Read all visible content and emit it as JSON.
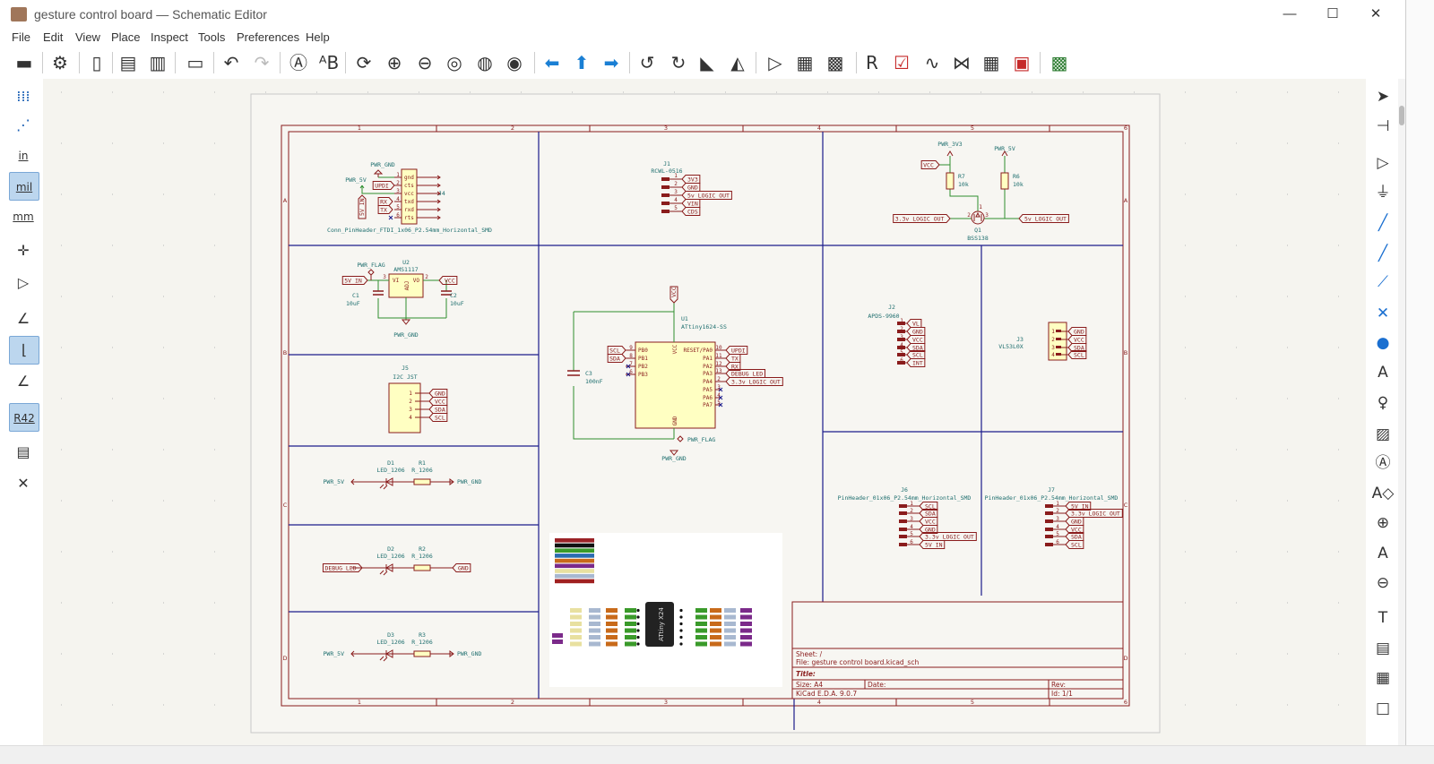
{
  "window": {
    "title": "gesture control board — Schematic Editor",
    "controls": [
      "minimize-icon",
      "maximize-icon",
      "close-icon"
    ]
  },
  "menu": [
    "File",
    "Edit",
    "View",
    "Place",
    "Inspect",
    "Tools",
    "Preferences",
    "Help"
  ],
  "toolbar_top": [
    "save",
    "schematic-setup",
    "page-settings",
    "print",
    "plot",
    "paste",
    "undo",
    "redo",
    "find",
    "find-replace",
    "update-from-pcb",
    "zoom-in",
    "zoom-out",
    "zoom-fit",
    "zoom-objects",
    "zoom-selection",
    "navigate-back",
    "navigate-up",
    "navigate-forward",
    "rotate-ccw",
    "rotate-cw",
    "mirror-vertical",
    "mirror-horizontal",
    "symbol-editor",
    "symbol-browser",
    "footprint-assign",
    "annotate",
    "erc",
    "simulator",
    "netlist",
    "bom-table",
    "generate-bom",
    "pcb-editor"
  ],
  "toolbar_left": [
    {
      "icon": "grid-dots"
    },
    {
      "icon": "grid-overrides"
    },
    {
      "icon": "units-in",
      "label": "in"
    },
    {
      "icon": "units-mil",
      "label": "mil",
      "active": true
    },
    {
      "icon": "units-mm",
      "label": "mm"
    },
    {
      "icon": "cursor-full-crosshair"
    },
    {
      "icon": "hierarchy-navigator"
    },
    {
      "icon": "simulation-plot"
    },
    {
      "icon": "line-mode-90",
      "active": true
    },
    {
      "icon": "line-mode-45"
    },
    {
      "icon": "annotate",
      "label": "R42",
      "active": true
    },
    {
      "icon": "properties-panel"
    },
    {
      "icon": "tools"
    }
  ],
  "toolbar_right": [
    "select",
    "highlight-net",
    "add-symbol",
    "add-power",
    "add-wire",
    "add-bus",
    "add-bus-entry",
    "add-no-connect",
    "add-junction",
    "add-label",
    "add-net-class",
    "add-global-label",
    "add-hierarchical-label",
    "add-sheet",
    "add-sheet-pin",
    "import-sheet-pin",
    "add-rule-area",
    "add-text",
    "add-textbox",
    "add-table",
    "add-rectangle"
  ],
  "sheet": {
    "columns": [
      "1",
      "2",
      "3",
      "4",
      "5",
      "6"
    ],
    "rows": [
      "A",
      "B",
      "C",
      "D"
    ]
  },
  "j4": {
    "ref": "J4",
    "value": "Conn_PinHeader_FTDI_1x06_P2.54mm_Horizontal_SMD",
    "pwr_gnd": "PWR_GND",
    "pwr_5v": "PWR_5V",
    "pins": [
      "gnd",
      "cts",
      "vcc",
      "txd",
      "rxd",
      "rts"
    ],
    "nums": [
      "1",
      "2",
      "3",
      "4",
      "5",
      "6"
    ],
    "labels": {
      "updi": "UPDI",
      "rx": "RX",
      "tx": "TX",
      "in5v": "5V IN"
    }
  },
  "j1": {
    "ref": "J1",
    "value": "RCWL-0516",
    "nums": [
      "1",
      "2",
      "3",
      "4",
      "5"
    ],
    "labels": [
      "3V3",
      "GND",
      "5v LOGIC OUT",
      "VIN",
      "CDS"
    ]
  },
  "u2": {
    "ref": "U2",
    "value": "AMS1117",
    "pwr_flag": "PWR_FLAG",
    "pwr_gnd": "PWR_GND",
    "vi": "VI",
    "vo": "VO",
    "adj": "ADJ",
    "pin_in": "3",
    "pin_out": "2",
    "in_label": "5V IN",
    "out_label": "VCC",
    "c1_ref": "C1",
    "c1_value": "10uF",
    "c2_ref": "C2",
    "c2_value": "10uF"
  },
  "j5": {
    "ref": "J5",
    "value": "I2C JST",
    "nums": [
      "1",
      "2",
      "3",
      "4"
    ],
    "labels": [
      "GND",
      "VCC",
      "SDA",
      "SCL"
    ]
  },
  "led1": {
    "d_ref": "D1",
    "d_value": "LED_1206",
    "r_ref": "R1",
    "r_value": "R_1206",
    "left": "PWR_5V",
    "right": "PWR_GND"
  },
  "led2": {
    "d_ref": "D2",
    "d_value": "LED_1206",
    "r_ref": "R2",
    "r_value": "R_1206",
    "left": "DEBUG LED",
    "right": "GND"
  },
  "led3": {
    "d_ref": "D3",
    "d_value": "LED_1206",
    "r_ref": "R3",
    "r_value": "R_1206",
    "left": "PWR_5V",
    "right": "PWR_GND"
  },
  "u1": {
    "ref": "U1",
    "value": "ATtiny1624-SS",
    "vcc_label": "VCC",
    "vcc_pin": "VCC",
    "gnd_pin": "GND",
    "pwr_flag": "PWR_FLAG",
    "pwr_gnd": "PWR_GND",
    "c3_ref": "C3",
    "c3_value": "100nF",
    "left_pins": [
      {
        "num": "9",
        "name": "PB0",
        "label": "SCL"
      },
      {
        "num": "8",
        "name": "PB1",
        "label": "SDA"
      },
      {
        "num": "7",
        "name": "PB2"
      },
      {
        "num": "6",
        "name": "PB3"
      }
    ],
    "right_pins": [
      {
        "num": "10",
        "name": "RESET/PA0",
        "label": "UPDI"
      },
      {
        "num": "11",
        "name": "PA1",
        "label": "TX"
      },
      {
        "num": "12",
        "name": "PA2",
        "label": "RX"
      },
      {
        "num": "13",
        "name": "PA3",
        "label": "DEBUG LED"
      },
      {
        "num": "2",
        "name": "PA4",
        "label": "3.3v LOGIC OUT"
      },
      {
        "num": "3",
        "name": "PA5"
      },
      {
        "num": "4",
        "name": "PA6"
      },
      {
        "num": "5",
        "name": "PA7"
      }
    ]
  },
  "q1": {
    "ref": "Q1",
    "value": "BSS138",
    "pwr_3v3": "PWR_3V3",
    "pwr_5v": "PWR_5V",
    "vcc": "VCC",
    "r7_ref": "R7",
    "r7_value": "10k",
    "r6_ref": "R6",
    "r6_value": "10k",
    "left": "3.3v LOGIC OUT",
    "right": "5v LOGIC OUT",
    "pin_g": "1",
    "pin_s": "2",
    "pin_d": "3"
  },
  "j2": {
    "ref": "J2",
    "value": "APDS-9960",
    "nums": [
      "1",
      "2",
      "3",
      "4",
      "5",
      "6"
    ],
    "labels": [
      "VL",
      "GND",
      "VCC",
      "SDA",
      "SCL",
      "INT"
    ]
  },
  "j3": {
    "ref": "J3",
    "value": "VL53L0X",
    "nums": [
      "1",
      "2",
      "3",
      "4"
    ],
    "labels": [
      "GND",
      "VCC",
      "SDA",
      "SCL"
    ]
  },
  "j6": {
    "ref": "J6",
    "value": "PinHeader_01x06_P2.54mm_Horizontal_SMD",
    "nums": [
      "1",
      "2",
      "3",
      "4",
      "5",
      "6"
    ],
    "labels": [
      "SCL",
      "SDA",
      "VCC",
      "GND",
      "3.3v LOGIC OUT",
      "5V IN"
    ]
  },
  "j7": {
    "ref": "J7",
    "value": "PinHeader_01x06_P2.54mm_Horizontal_SMD",
    "nums": [
      "1",
      "2",
      "3",
      "4",
      "5",
      "6"
    ],
    "labels": [
      "5V IN",
      "3.3v LOGIC OUT",
      "GND",
      "VCC",
      "SDA",
      "SCL"
    ]
  },
  "pinout_image": {
    "chip": "ATtiny X24",
    "legend_colors": [
      "#9b2226",
      "#111111",
      "#3a9a2a",
      "#2b6cb0",
      "#c86a1a",
      "#7b2a8a",
      "#e8e0a0",
      "#a8b8d0",
      "#a02020"
    ]
  },
  "title_block": {
    "sheet": "Sheet: /",
    "file": "File: gesture control board.kicad_sch",
    "title": "Title:",
    "size": "Size: A4",
    "date": "Date:",
    "rev": "Rev:",
    "generator": "KiCad E.D.A. 9.0.7",
    "id": "Id: 1/1"
  },
  "colors": {
    "wire": "#2f8f2f",
    "symbol": "#8a1c1c",
    "body_fill": "#ffffc2",
    "sheet_line": "#1c1c8c",
    "canvas": "#f5f4ef",
    "reference": "#1f6f6f"
  }
}
